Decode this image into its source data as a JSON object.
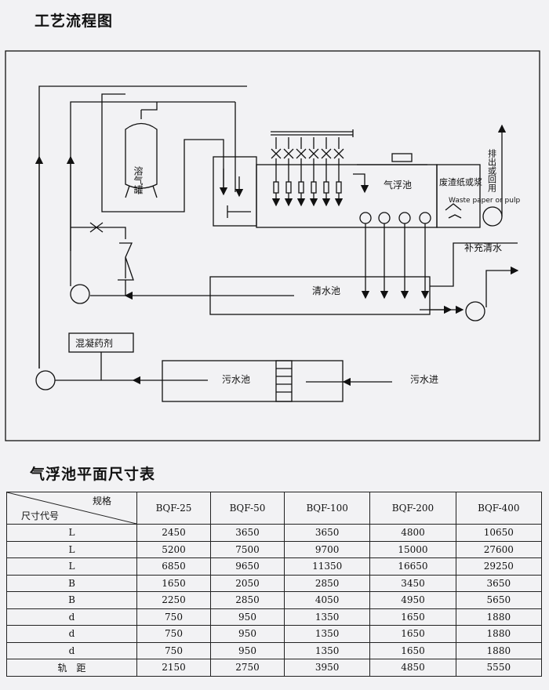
{
  "process_title": "工艺流程图",
  "diagram": {
    "labels": {
      "dissolved_tank": "溶气罐",
      "flotation_tank": "气浮池",
      "waste_cn": "废渣纸或浆",
      "waste_en": "Waste paper or pulp",
      "discharge": "排出或回用",
      "makeup_water": "补充清水",
      "clear_tank": "清水池",
      "coagulant": "混凝药剂",
      "sewage_tank": "污水池",
      "sewage_in": "污水进"
    }
  },
  "table_title": "气浮池平面尺寸表",
  "table": {
    "corner_top": "规格",
    "corner_bottom": "尺寸代号",
    "columns": [
      "BQF-25",
      "BQF-50",
      "BQF-100",
      "BQF-200",
      "BQF-400"
    ],
    "rows": [
      {
        "code": "L",
        "values": [
          "2450",
          "3650",
          "3650",
          "4800",
          "10650"
        ]
      },
      {
        "code": "L",
        "values": [
          "5200",
          "7500",
          "9700",
          "15000",
          "27600"
        ]
      },
      {
        "code": "L",
        "values": [
          "6850",
          "9650",
          "11350",
          "16650",
          "29250"
        ]
      },
      {
        "code": "B",
        "values": [
          "1650",
          "2050",
          "2850",
          "3450",
          "3650"
        ]
      },
      {
        "code": "B",
        "values": [
          "2250",
          "2850",
          "4050",
          "4950",
          "5650"
        ]
      },
      {
        "code": "d",
        "values": [
          "750",
          "950",
          "1350",
          "1650",
          "1880"
        ]
      },
      {
        "code": "d",
        "values": [
          "750",
          "950",
          "1350",
          "1650",
          "1880"
        ]
      },
      {
        "code": "d",
        "values": [
          "750",
          "950",
          "1350",
          "1650",
          "1880"
        ]
      },
      {
        "code": "轨　距",
        "values": [
          "2150",
          "2750",
          "3950",
          "4850",
          "5550"
        ]
      }
    ]
  }
}
